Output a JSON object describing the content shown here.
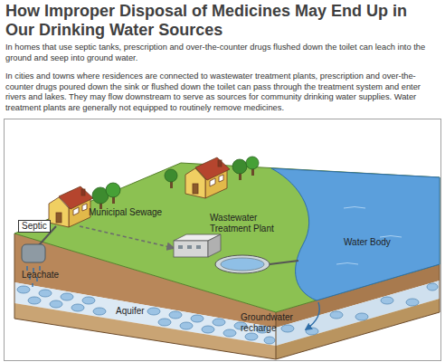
{
  "diagram": {
    "title": "How Improper Disposal of Medicines May End Up in Our Drinking Water Sources",
    "nodes": [
      {
        "text": [
          "Septic"
        ]
      }
    ],
    "labels": [
      "In homes that use septic tanks, prescription and over-the-counter drugs flushed down the toilet can leach into the ground and seep into ground water.",
      "In cities and towns where residences are connected to wastewater treatment plants, prescription and over-the-counter drugs poured down the sink or flushed down the toilet can pass through the treatment system and enter rivers and lakes. They may flow downstream to serve as sources for community drinking water supplies. Water treatment plants are generally not equipped to routinely remove medicines.",
      "Municipal Sewage",
      "Wastewater Treatment Plant",
      "Water Body",
      "Leachate",
      "Aquifer",
      "Groundwater recharge"
    ]
  }
}
